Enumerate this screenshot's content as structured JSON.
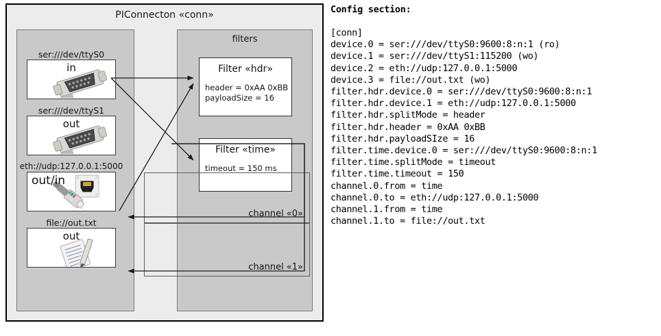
{
  "diagram": {
    "title": "PIConnecton «conn»",
    "devices_group": {
      "name": "devices-group",
      "items": [
        {
          "label": "ser:///dev/ttyS0",
          "io": "in",
          "icon": "serial-port-icon",
          "wide": false
        },
        {
          "label": "ser:///dev/ttyS1",
          "io": "out",
          "icon": "serial-port-icon",
          "wide": false
        },
        {
          "label": "eth://udp:127.0.0.1:5000",
          "io": "out/in",
          "icon": "ethernet-jack-icon",
          "wide": true
        },
        {
          "label": "file://out.txt",
          "io": "out",
          "icon": "document-pen-icon",
          "wide": false
        }
      ]
    },
    "filters_group": {
      "title": "filters",
      "items": [
        {
          "title": "Filter «hdr»",
          "props": [
            "header = 0xAA 0xBB",
            "payloadSize = 16"
          ]
        },
        {
          "title": "Filter «time»",
          "props": [
            "timeout = 150 ms"
          ]
        }
      ]
    },
    "channels": [
      {
        "label": "channel «0»"
      },
      {
        "label": "channel «1»"
      }
    ]
  },
  "config": {
    "heading": "Config section:",
    "lines": [
      "[conn]",
      "device.0 = ser:///dev/ttyS0:9600:8:n:1 (ro)",
      "device.1 = ser:///dev/ttyS1:115200 (wo)",
      "device.2 = eth://udp:127.0.0.1:5000",
      "device.3 = file://out.txt (wo)",
      "filter.hdr.device.0 = ser:///dev/ttyS0:9600:8:n:1",
      "filter.hdr.device.1 = eth://udp:127.0.0.1:5000",
      "filter.hdr.splitMode = header",
      "filter.hdr.header = 0xAA 0xBB",
      "filter.hdr.payloadSIze = 16",
      "filter.time.device.0 = ser:///dev/ttyS0:9600:8:n:1",
      "filter.time.splitMode = timeout",
      "filter.time.timeout = 150",
      "channel.0.from = time",
      "channel.0.to = eth://udp:127.0.0.1:5000",
      "channel.1.from = time",
      "channel.1.to = file://out.txt"
    ]
  },
  "colors": {
    "frame_border": "#000000",
    "panel_bg": "#ececec",
    "group_bg": "#c9c9c9",
    "group_border": "#7a7a7a",
    "box_bg": "#ffffff",
    "box_border": "#2e2e2e",
    "connector": "#1a1a1a"
  }
}
